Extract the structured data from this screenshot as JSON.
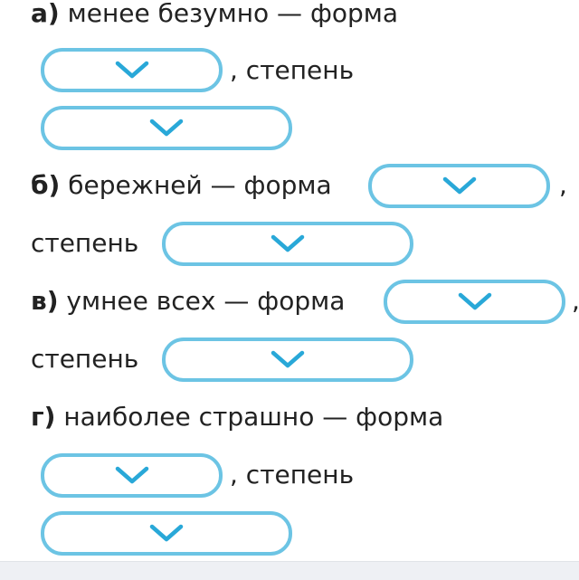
{
  "items": [
    {
      "letter": "а)",
      "word": "менее безумно",
      "dash": "—",
      "form_label": "форма",
      "degree_label": ", степень"
    },
    {
      "letter": "б)",
      "word": "бережней",
      "dash": "—",
      "form_label": "форма",
      "comma": ",",
      "degree_label": "степень"
    },
    {
      "letter": "в)",
      "word": "умнее всех",
      "dash": "—",
      "form_label": "форма",
      "comma": ",",
      "degree_label": "степень"
    },
    {
      "letter": "г)",
      "word": "наиболее страшно",
      "dash": "—",
      "form_label": "форма",
      "degree_label": ", степень"
    }
  ],
  "colors": {
    "dropdown_border": "#6cc4e4",
    "chevron": "#29a8d8",
    "text": "#222222"
  },
  "icons": {
    "dropdown": "chevron-down-icon"
  }
}
